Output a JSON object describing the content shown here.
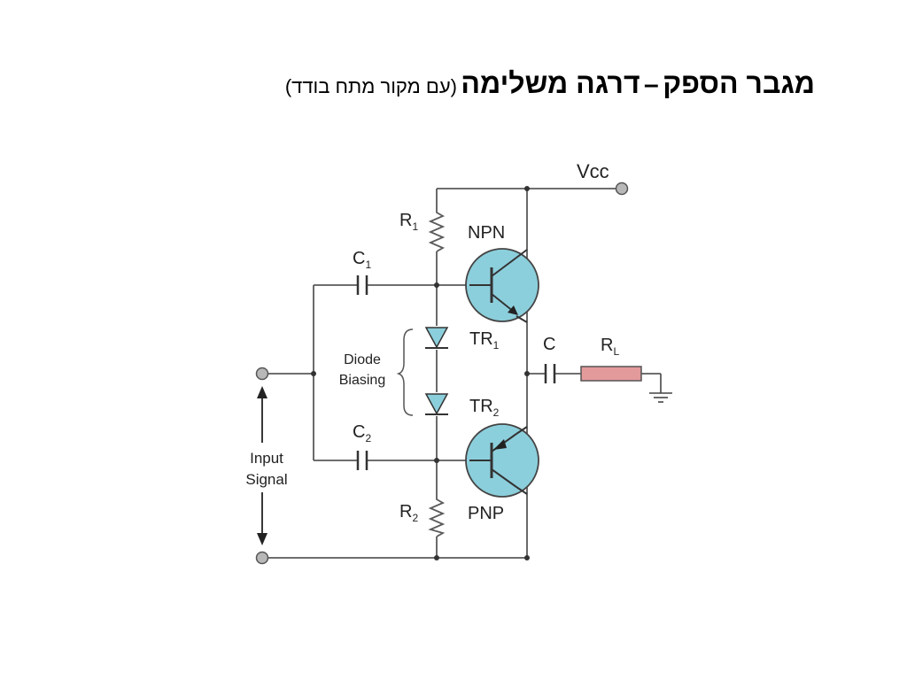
{
  "title": {
    "main": "מגבר הספק",
    "separator": "–",
    "stage": "דרגה משלימה",
    "subtitle": "(עם מקור מתח בודד)"
  },
  "labels": {
    "vcc": "Vcc",
    "r1_main": "R",
    "r1_sub": "1",
    "r2_main": "R",
    "r2_sub": "2",
    "c1_main": "C",
    "c1_sub": "1",
    "c2_main": "C",
    "c2_sub": "2",
    "c_out": "C",
    "rl_main": "R",
    "rl_sub": "L",
    "npn": "NPN",
    "pnp": "PNP",
    "tr1_main": "TR",
    "tr1_sub": "1",
    "tr2_main": "TR",
    "tr2_sub": "2",
    "diode_biasing_line1": "Diode",
    "diode_biasing_line2": "Biasing",
    "input_signal_line1": "Input",
    "input_signal_line2": "Signal"
  },
  "colors": {
    "transistor_fill": "#8ccfdc",
    "diode_fill": "#8ccfdc",
    "load_resistor_fill": "#e39a9a",
    "wire": "#5a5a5a",
    "terminal_fill": "#b8b8b8"
  }
}
